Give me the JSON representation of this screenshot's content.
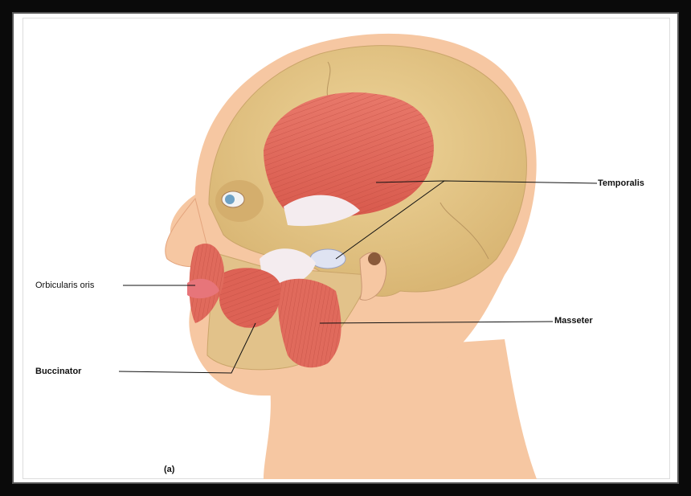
{
  "figure": {
    "panel_label": "(a)",
    "labels": {
      "temporalis": "Temporalis",
      "masseter": "Masseter",
      "orbicularis_oris": "Orbicularis oris",
      "buccinator": "Buccinator"
    }
  },
  "colors": {
    "skin": "#f6c7a2",
    "skin_shadow": "#eeb08a",
    "bone": "#e6c98d",
    "muscle": "#e06a5c",
    "muscle_dark": "#c9493f",
    "tendon": "#f4ecef"
  }
}
